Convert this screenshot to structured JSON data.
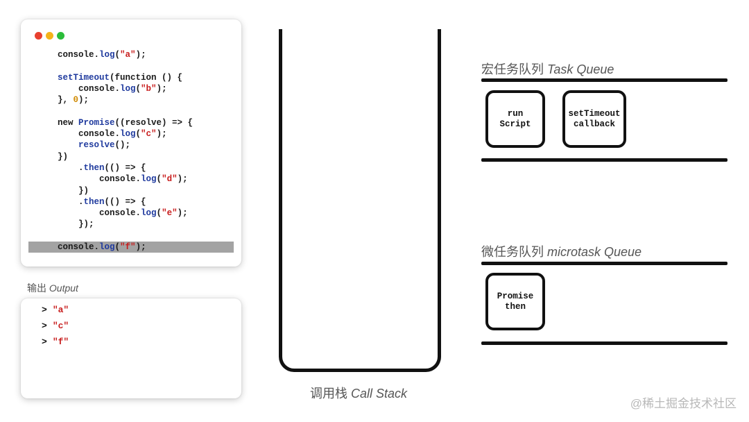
{
  "code_window": {
    "dot_colors": [
      "#e8402f",
      "#f4b31a",
      "#2bbd3a"
    ],
    "lines": [
      [
        {
          "t": "console.",
          "c": ""
        },
        {
          "t": "log",
          "c": "fn"
        },
        {
          "t": "(",
          "c": ""
        },
        {
          "t": "\"a\"",
          "c": "str"
        },
        {
          "t": ");",
          "c": ""
        }
      ],
      [],
      [
        {
          "t": "setTimeout",
          "c": "fn"
        },
        {
          "t": "(function () {",
          "c": ""
        }
      ],
      [
        {
          "t": "    console.",
          "c": ""
        },
        {
          "t": "log",
          "c": "fn"
        },
        {
          "t": "(",
          "c": ""
        },
        {
          "t": "\"b\"",
          "c": "str"
        },
        {
          "t": ");",
          "c": ""
        }
      ],
      [
        {
          "t": "}, ",
          "c": ""
        },
        {
          "t": "0",
          "c": "num"
        },
        {
          "t": ");",
          "c": ""
        }
      ],
      [],
      [
        {
          "t": "new ",
          "c": ""
        },
        {
          "t": "Promise",
          "c": "fn"
        },
        {
          "t": "((resolve) => {",
          "c": ""
        }
      ],
      [
        {
          "t": "    console.",
          "c": ""
        },
        {
          "t": "log",
          "c": "fn"
        },
        {
          "t": "(",
          "c": ""
        },
        {
          "t": "\"c\"",
          "c": "str"
        },
        {
          "t": ");",
          "c": ""
        }
      ],
      [
        {
          "t": "    ",
          "c": ""
        },
        {
          "t": "resolve",
          "c": "fn"
        },
        {
          "t": "();",
          "c": ""
        }
      ],
      [
        {
          "t": "})",
          "c": ""
        }
      ],
      [
        {
          "t": "    .",
          "c": ""
        },
        {
          "t": "then",
          "c": "fn"
        },
        {
          "t": "(() => {",
          "c": ""
        }
      ],
      [
        {
          "t": "        console.",
          "c": ""
        },
        {
          "t": "log",
          "c": "fn"
        },
        {
          "t": "(",
          "c": ""
        },
        {
          "t": "\"d\"",
          "c": "str"
        },
        {
          "t": ");",
          "c": ""
        }
      ],
      [
        {
          "t": "    })",
          "c": ""
        }
      ],
      [
        {
          "t": "    .",
          "c": ""
        },
        {
          "t": "then",
          "c": "fn"
        },
        {
          "t": "(() => {",
          "c": ""
        }
      ],
      [
        {
          "t": "        console.",
          "c": ""
        },
        {
          "t": "log",
          "c": "fn"
        },
        {
          "t": "(",
          "c": ""
        },
        {
          "t": "\"e\"",
          "c": "str"
        },
        {
          "t": ");",
          "c": ""
        }
      ],
      [
        {
          "t": "    });",
          "c": ""
        }
      ],
      [],
      [
        {
          "t": "console.",
          "c": ""
        },
        {
          "t": "log",
          "c": "fn"
        },
        {
          "t": "(",
          "c": ""
        },
        {
          "t": "\"f\"",
          "c": "str"
        },
        {
          "t": ");",
          "c": ""
        }
      ]
    ],
    "highlighted_line": 17
  },
  "output": {
    "label_cn": "输出 ",
    "label_en": "Output",
    "prompt": ">",
    "items": [
      "\"a\"",
      "\"c\"",
      "\"f\""
    ]
  },
  "call_stack": {
    "label_cn": "调用栈 ",
    "label_en": "Call Stack"
  },
  "task_queue": {
    "label_cn": "宏任务队列 ",
    "label_en": "Task Queue",
    "items": [
      {
        "line1": "run",
        "line2": "Script"
      },
      {
        "line1": "setTimeout",
        "line2": "callback"
      }
    ]
  },
  "microtask_queue": {
    "label_cn": "微任务队列 ",
    "label_en": "microtask Queue",
    "items": [
      {
        "line1": "Promise",
        "line2": "then"
      }
    ]
  },
  "watermark": "@稀土掘金技术社区"
}
